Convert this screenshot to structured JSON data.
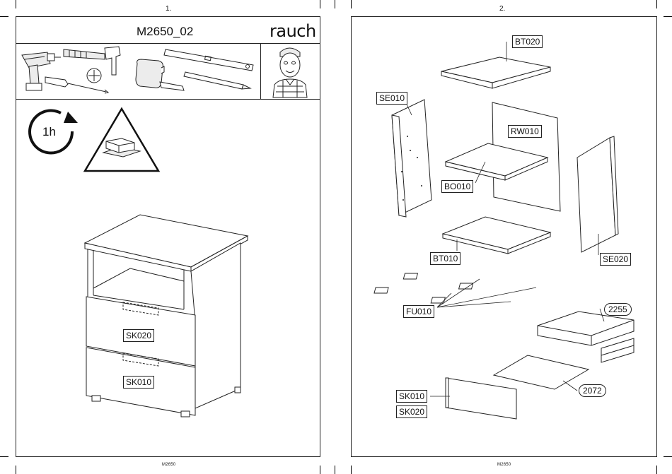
{
  "pages": [
    {
      "number": "1.",
      "footer": "M2650",
      "title": "M2650_02",
      "brand": "rauch",
      "duration": "1h",
      "labels": [
        "SK020",
        "SK010"
      ]
    },
    {
      "number": "2.",
      "footer": "M2650",
      "labels": {
        "bt020": "BT020",
        "se010_left": "SE010",
        "rw010": "RW010",
        "bo010": "BO010",
        "bt010": "BT010",
        "se020": "SE020",
        "fu010": "FU010",
        "drawer_set": "2255",
        "drawer_bottom": "2072",
        "front_a": "SK010",
        "front_b": "SK020"
      }
    }
  ],
  "icons": {
    "tools": [
      "drill-icon",
      "hammer-icon",
      "screwdriver-icon",
      "phillips-icon",
      "tape-measure-icon",
      "spirit-level-icon",
      "pencil-icon"
    ],
    "mascot": "assembler-avatar-icon",
    "timer": "clock-arrow-icon",
    "warning": "protect-surface-warning-icon"
  },
  "colors": {
    "line": "#222222",
    "background": "#ffffff"
  }
}
